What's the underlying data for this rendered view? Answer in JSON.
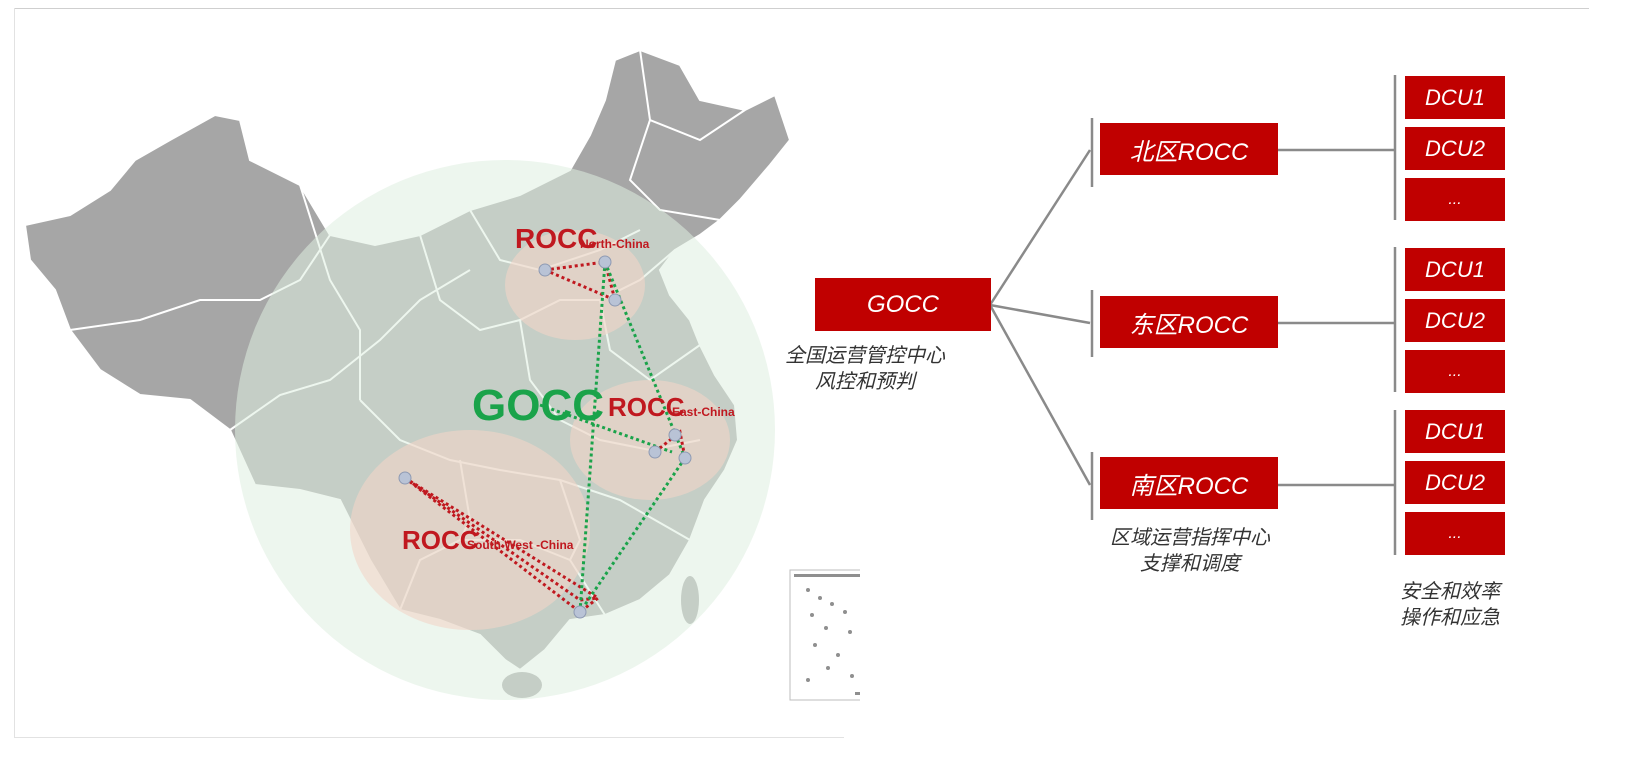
{
  "map": {
    "gocc_label": "GOCC",
    "rocc_north_main": "ROCC",
    "rocc_north_sub": "North-China",
    "rocc_east_main": "ROCC",
    "rocc_east_sub": "East-China",
    "rocc_south_main": "ROCC",
    "rocc_south_sub": "South West -China"
  },
  "hierarchy": {
    "root": {
      "label": "GOCC",
      "caption_line1": "全国运营管控中心",
      "caption_line2": "风控和预判"
    },
    "regions": [
      {
        "label": "北区ROCC",
        "dcus": [
          "DCU1",
          "DCU2",
          "..."
        ]
      },
      {
        "label": "东区ROCC",
        "dcus": [
          "DCU1",
          "DCU2",
          "..."
        ]
      },
      {
        "label": "南区ROCC",
        "dcus": [
          "DCU1",
          "DCU2",
          "..."
        ]
      }
    ],
    "region_caption_line1": "区域运营指挥中心",
    "region_caption_line2": "支撑和调度",
    "dcu_caption_line1": "安全和效率",
    "dcu_caption_line2": "操作和应急"
  },
  "colors": {
    "box_red": "#c00000",
    "connector_gray": "#8a8a8a",
    "map_gray": "#a6a6a6",
    "gocc_green": "#1aa34a",
    "rocc_red": "#c0181f"
  }
}
